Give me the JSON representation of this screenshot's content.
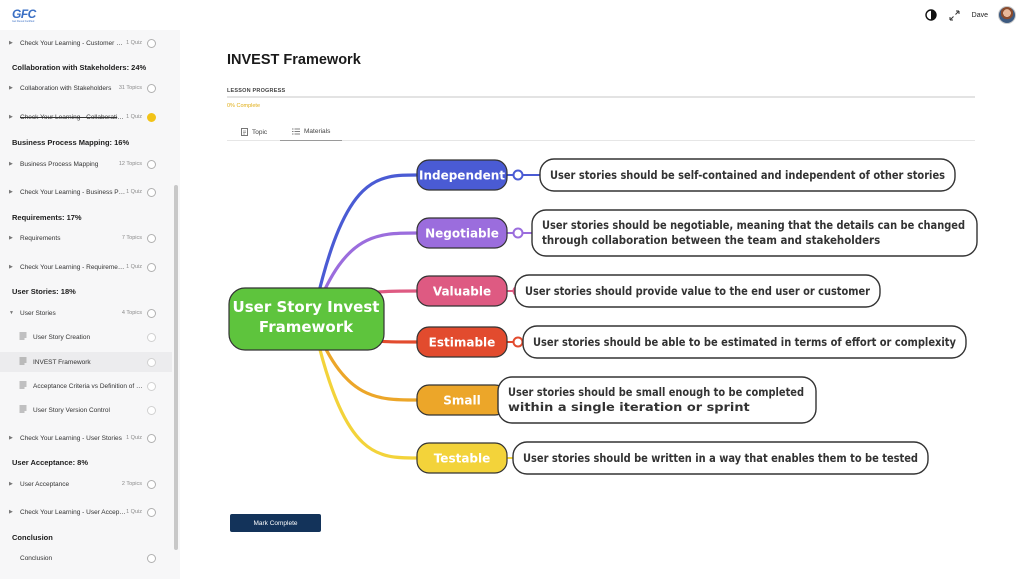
{
  "app": {
    "logo_text": "GFC",
    "logo_subtext": "Get Flexed Certified",
    "user_name": "Dave"
  },
  "icons": {
    "theme": "half-circle-icon",
    "fullscreen": "expand-arrows-icon",
    "topic_tab": "document-icon",
    "materials_tab": "list-icon",
    "lesson_item": "lesson-doc-icon",
    "progress_circle": "circle-icon"
  },
  "colors": {
    "accent_yellow": "#f2c318",
    "button_navy": "#13335a",
    "center_node": "#5ec43d"
  },
  "sidebar": {
    "rows": [
      {
        "type": "item",
        "label": "Check Your Learning - Customer Segmentation",
        "meta": "1 Quiz",
        "done": false
      },
      {
        "type": "section",
        "label": "Collaboration with Stakeholders: 24%"
      },
      {
        "type": "item",
        "label": "Collaboration with Stakeholders",
        "meta": "31 Topics",
        "done": false
      },
      {
        "type": "item",
        "label": "Check Your Learning - Collaboration with Stakeholders",
        "meta": "1 Quiz",
        "done": true
      },
      {
        "type": "section",
        "label": "Business Process Mapping: 16%"
      },
      {
        "type": "item",
        "label": "Business Process Mapping",
        "meta": "12 Topics",
        "done": false
      },
      {
        "type": "item",
        "label": "Check Your Learning - Business Process Mapping",
        "meta": "1 Quiz",
        "done": false
      },
      {
        "type": "section",
        "label": "Requirements: 17%"
      },
      {
        "type": "item",
        "label": "Requirements",
        "meta": "7 Topics",
        "done": false
      },
      {
        "type": "item",
        "label": "Check Your Learning - Requirements",
        "meta": "1 Quiz",
        "done": false
      },
      {
        "type": "section",
        "label": "User Stories: 18%"
      },
      {
        "type": "item",
        "label": "User Stories",
        "meta": "4 Topics",
        "done": false,
        "expanded": true
      },
      {
        "type": "sub",
        "label": "User Story Creation"
      },
      {
        "type": "sub",
        "label": "INVEST Framework",
        "active": true
      },
      {
        "type": "sub",
        "label": "Acceptance Criteria vs Definition of Done"
      },
      {
        "type": "sub",
        "label": "User Story Version Control"
      },
      {
        "type": "item",
        "label": "Check Your Learning - User Stories",
        "meta": "1 Quiz",
        "done": false
      },
      {
        "type": "section",
        "label": "User Acceptance: 8%"
      },
      {
        "type": "item",
        "label": "User Acceptance",
        "meta": "2 Topics",
        "done": false
      },
      {
        "type": "item",
        "label": "Check Your Learning - User Acceptance",
        "meta": "1 Quiz",
        "done": false
      },
      {
        "type": "section",
        "label": "Conclusion"
      },
      {
        "type": "item",
        "label": "Conclusion",
        "meta": "",
        "done": false,
        "nocaret": true
      }
    ]
  },
  "main": {
    "title": "INVEST Framework",
    "progress_label": "LESSON PROGRESS",
    "progress_text": "0% Complete",
    "progress_value": 0,
    "tabs": [
      {
        "label": "Topic"
      },
      {
        "label": "Materials",
        "active": true
      }
    ],
    "mark_complete": "Mark Complete"
  },
  "mindmap": {
    "center_lines": [
      "User Story Invest",
      "Framework"
    ],
    "branches": [
      {
        "label": "Independent",
        "color": "#4a5bd4",
        "lines": [
          "User stories should be self-contained and independent of other stories"
        ]
      },
      {
        "label": "Negotiable",
        "color": "#9b6ddd",
        "lines": [
          "User stories should be negotiable, meaning that the details can be changed",
          "through collaboration between the team and stakeholders"
        ]
      },
      {
        "label": "Valuable",
        "color": "#de5a82",
        "lines": [
          "User stories should provide value to the end user or customer"
        ]
      },
      {
        "label": "Estimable",
        "color": "#e24b2e",
        "lines": [
          "User stories should be able to be estimated in terms of effort or complexity"
        ]
      },
      {
        "label": "Small",
        "color": "#eca629",
        "lines": [
          "User stories should be small enough to be completed",
          "within a single iteration or sprint"
        ]
      },
      {
        "label": "Testable",
        "color": "#f3d33a",
        "lines": [
          "User stories should be written in a way that enables them to be tested"
        ]
      }
    ]
  }
}
